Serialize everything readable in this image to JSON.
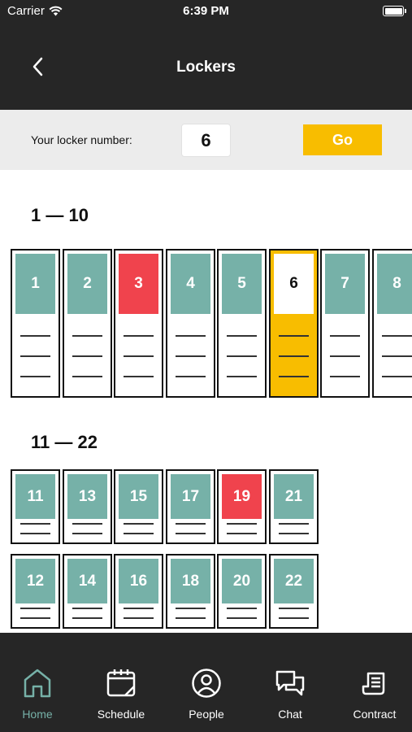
{
  "status_bar": {
    "carrier": "Carrier",
    "time": "6:39 PM"
  },
  "header": {
    "title": "Lockers"
  },
  "locker_input": {
    "label": "Your locker number:",
    "value": "6",
    "go_label": "Go"
  },
  "colors": {
    "accent": "#f8bd00",
    "available": "#76b1a8",
    "occupied": "#f0434d",
    "dark": "#262626"
  },
  "sections": [
    {
      "title": "1 — 10",
      "rows": [
        [
          {
            "number": "1",
            "status": "available"
          },
          {
            "number": "2",
            "status": "available"
          },
          {
            "number": "3",
            "status": "occupied"
          },
          {
            "number": "4",
            "status": "available"
          },
          {
            "number": "5",
            "status": "available"
          },
          {
            "number": "6",
            "status": "selected"
          },
          {
            "number": "7",
            "status": "available"
          },
          {
            "number": "8",
            "status": "available"
          }
        ]
      ]
    },
    {
      "title": "11 — 22",
      "rows": [
        [
          {
            "number": "11",
            "status": "available"
          },
          {
            "number": "13",
            "status": "available"
          },
          {
            "number": "15",
            "status": "available"
          },
          {
            "number": "17",
            "status": "available"
          },
          {
            "number": "19",
            "status": "occupied"
          },
          {
            "number": "21",
            "status": "available"
          }
        ],
        [
          {
            "number": "12",
            "status": "available"
          },
          {
            "number": "14",
            "status": "available"
          },
          {
            "number": "16",
            "status": "available"
          },
          {
            "number": "18",
            "status": "available"
          },
          {
            "number": "20",
            "status": "available"
          },
          {
            "number": "22",
            "status": "available"
          }
        ]
      ]
    }
  ],
  "tabs": [
    {
      "label": "Home",
      "icon": "home-icon",
      "active": true
    },
    {
      "label": "Schedule",
      "icon": "calendar-icon",
      "active": false
    },
    {
      "label": "People",
      "icon": "person-icon",
      "active": false
    },
    {
      "label": "Chat",
      "icon": "chat-icon",
      "active": false
    },
    {
      "label": "Contract",
      "icon": "contract-icon",
      "active": false
    }
  ]
}
